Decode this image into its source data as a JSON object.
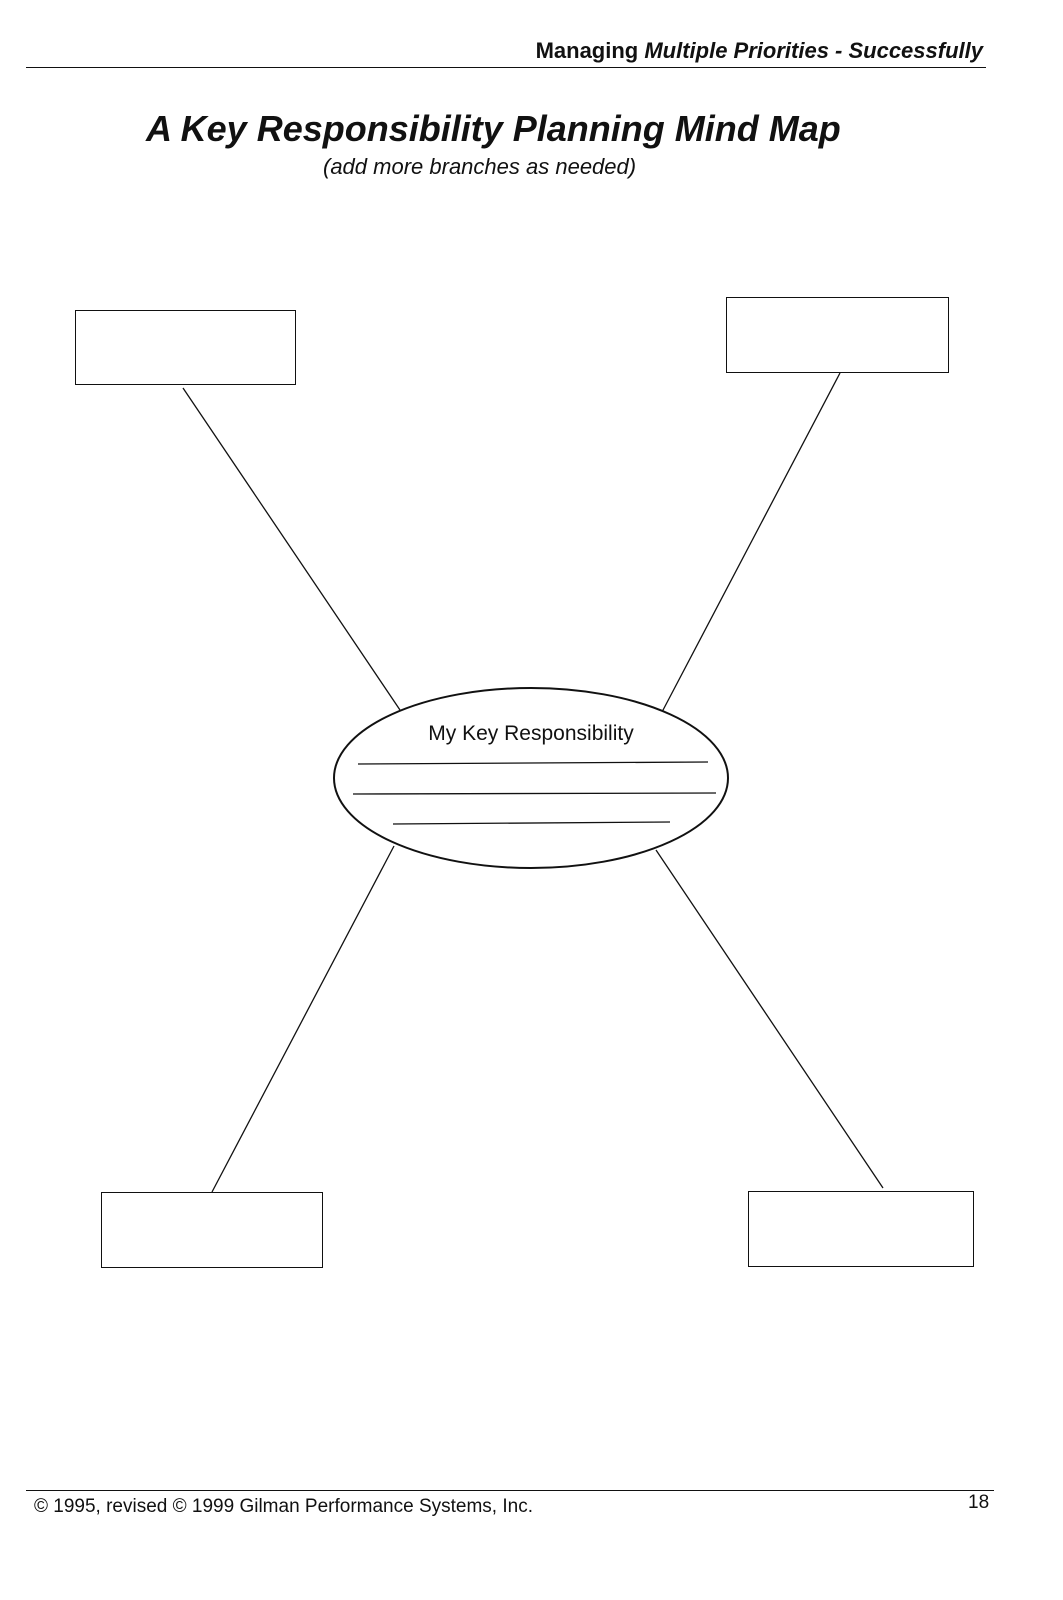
{
  "header": {
    "part1": "Managing ",
    "part2": "Multiple Priorities - Successfully"
  },
  "title": "A Key Responsibility Planning Mind Map",
  "subtitle": "(add more branches as needed)",
  "mind_map": {
    "center_label": "My Key Responsibility"
  },
  "footer": {
    "copyright": "© 1995, revised © 1999 Gilman Performance Systems, Inc.",
    "page_number": "18"
  }
}
